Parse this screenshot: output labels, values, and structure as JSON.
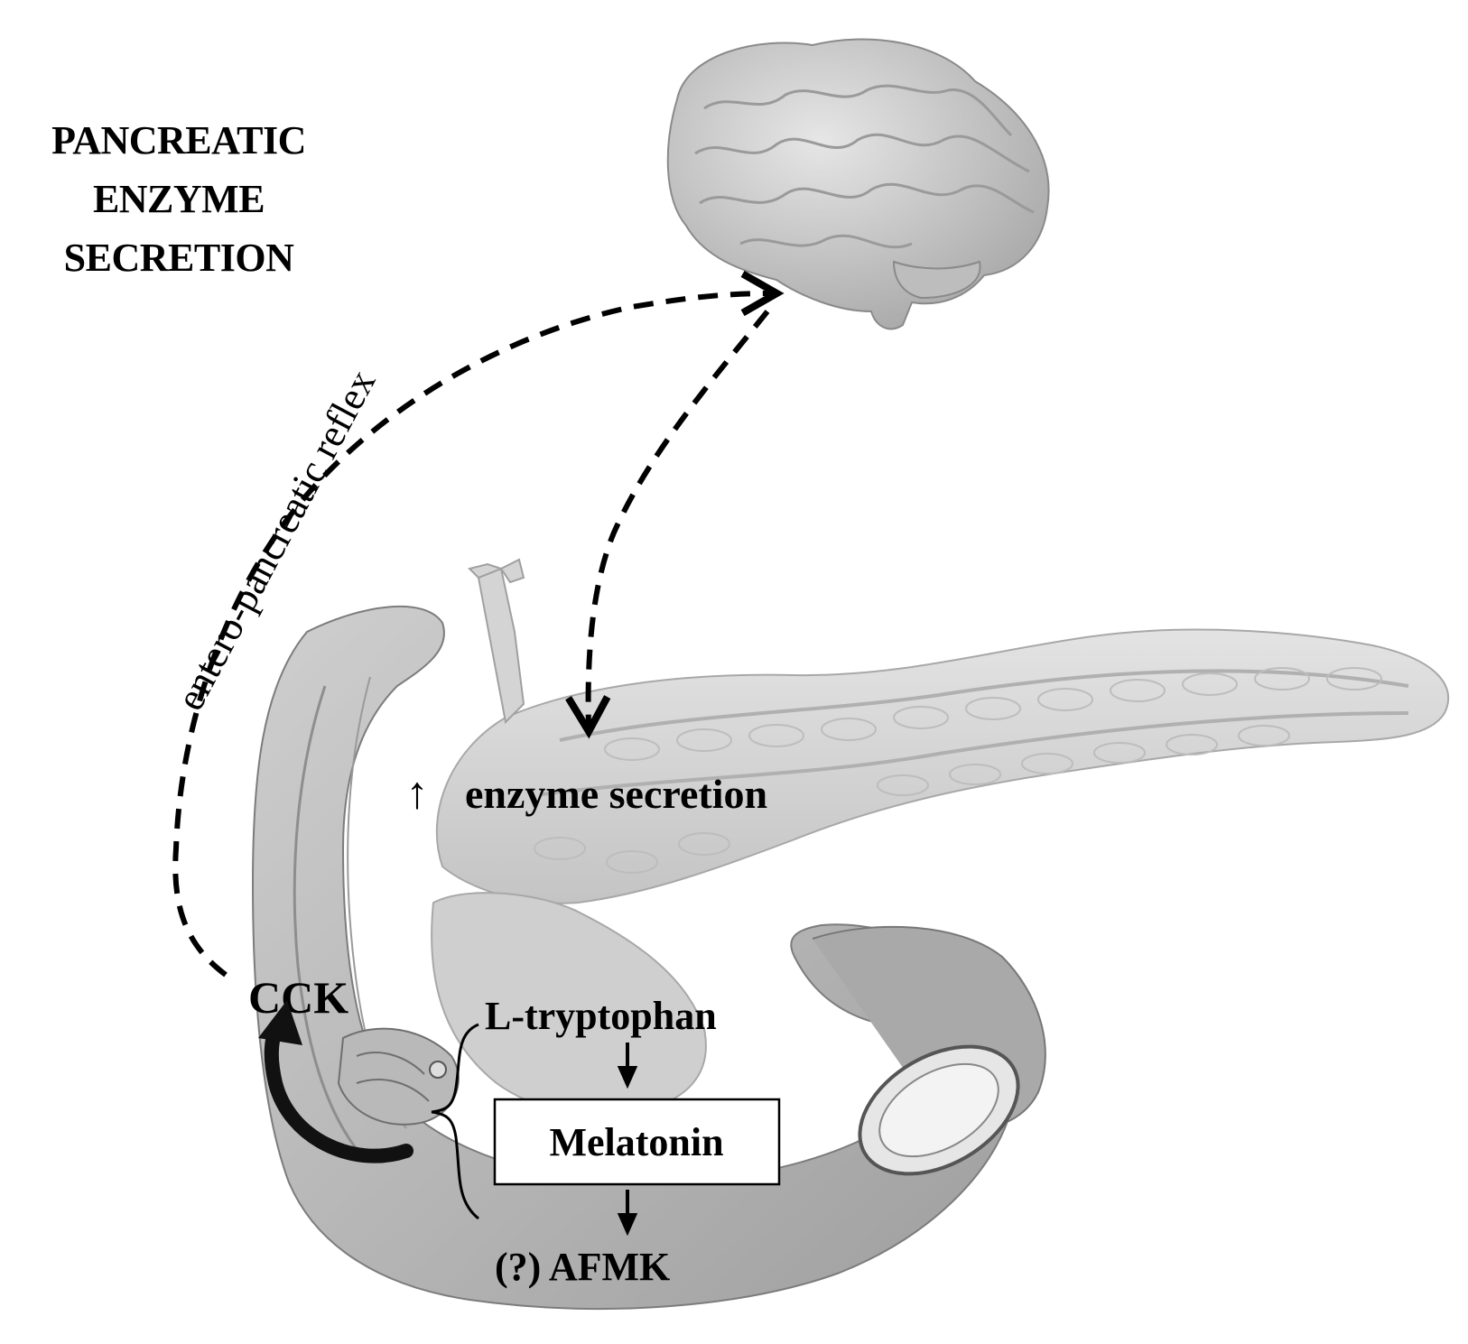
{
  "title": {
    "lines": [
      "PANCREATIC",
      "ENZYME",
      "SECRETION"
    ]
  },
  "pathway_label": "entero-pancreatic reflex",
  "labels": {
    "enzyme_arrow": "↑",
    "enzyme_secretion": "enzyme secretion",
    "cck": "CCK",
    "l_tryptophan": "L-tryptophan",
    "melatonin": "Melatonin",
    "afmk": "(?) AFMK"
  },
  "illustrations": {
    "brain": "brain-illustration",
    "pancreas": "pancreas-illustration",
    "duodenum": "duodenum-illustration"
  },
  "colors": {
    "organ_fill": "#d9d9d9",
    "organ_shadow": "#b8b8b8",
    "brain_fill": "#cfcfcf",
    "ink": "#000000"
  }
}
